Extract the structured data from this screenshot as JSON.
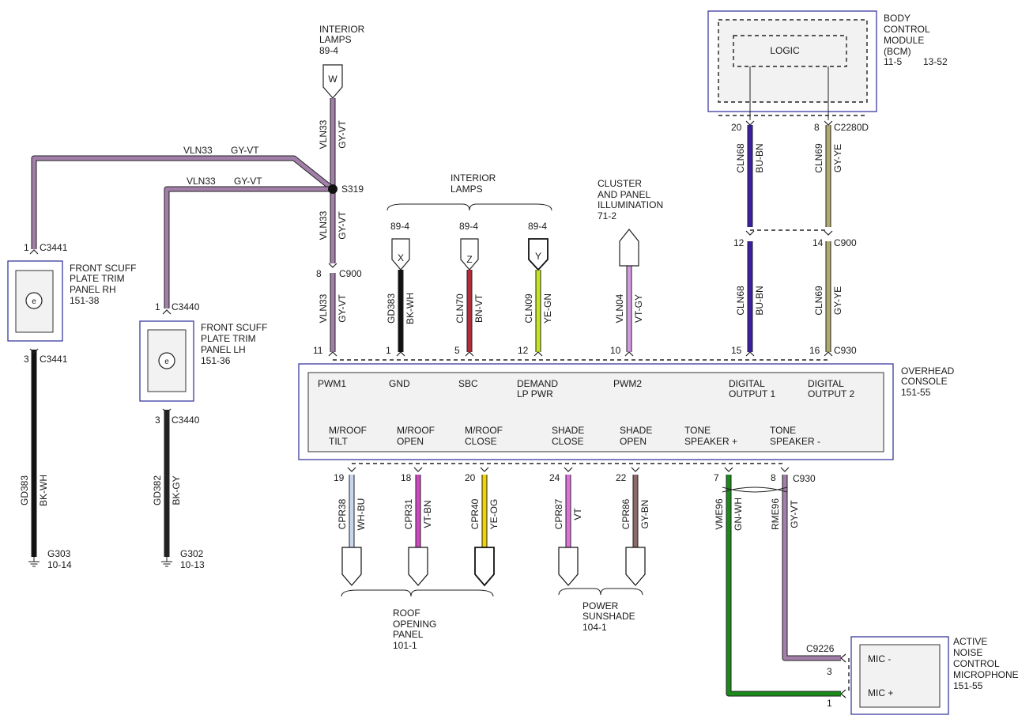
{
  "colors": {
    "GY-VT": "#a27fa8",
    "BK-WH": "#111111",
    "BK-GY": "#222222",
    "BN-VT": "#b32c3c",
    "YE-GN": "#c4e61e",
    "VT-GY": "#d39be0",
    "BU-BN": "#3a1fa3",
    "GY-YE": "#b0ab6c",
    "YE-GY": "#d9d84a",
    "WH-BU": "#c8d4f0",
    "VT-BN": "#d048c0",
    "YE-OG": "#f2d200",
    "VT": "#dd70dd",
    "GY-BN": "#8a6a66",
    "GN-WH": "#1a8a1a",
    "box_outline": "#3a3aa0"
  },
  "components": {
    "interior_lamps_top": {
      "line1": "INTERIOR",
      "line2": "LAMPS",
      "ref": "89-4",
      "pin_letter": "W"
    },
    "splice": "S319",
    "bcm": {
      "line1": "BODY",
      "line2": "CONTROL",
      "line3": "MODULE",
      "line4": "(BCM)",
      "ref1": "11-5",
      "ref2": "13-52",
      "logic": "LOGIC"
    },
    "scuff_rh": {
      "line1": "FRONT SCUFF",
      "line2": "PLATE TRIM",
      "line3": "PANEL RH",
      "ref": "151-38",
      "conn": "C3441",
      "pin_top": "1",
      "pin_bottom": "3"
    },
    "scuff_lh": {
      "line1": "FRONT SCUFF",
      "line2": "PLATE TRIM",
      "line3": "PANEL LH",
      "ref": "151-36",
      "conn": "C3440",
      "pin_top": "1",
      "pin_bottom": "3"
    },
    "interior_lamps_mid": {
      "line1": "INTERIOR",
      "line2": "LAMPS",
      "ref": "89-4",
      "letters": [
        "X",
        "Z",
        "Y"
      ]
    },
    "cluster": {
      "line1": "CLUSTER",
      "line2": "AND PANEL",
      "line3": "ILLUMINATION",
      "ref": "71-2"
    },
    "overhead": {
      "line1": "OVERHEAD",
      "line2": "CONSOLE",
      "ref": "151-55"
    },
    "roof": {
      "line1": "ROOF",
      "line2": "OPENING",
      "line3": "PANEL",
      "ref": "101-1"
    },
    "sunshade": {
      "line1": "POWER",
      "line2": "SUNSHADE",
      "ref": "104-1"
    },
    "anc": {
      "line1": "ACTIVE",
      "line2": "NOISE",
      "line3": "CONTROL",
      "line4": "MICROPHONE",
      "ref": "151-55",
      "mic_minus": "MIC -",
      "mic_plus": "MIC +",
      "conn": "C9226",
      "pin_minus": "3",
      "pin_plus": "1"
    },
    "ground_g303": {
      "name": "G303",
      "ref": "10-14"
    },
    "ground_g302": {
      "name": "G302",
      "ref": "10-13"
    }
  },
  "connectors": {
    "c900_top": "C900",
    "c930_top": "C930",
    "c930_bottom": "C930",
    "c2280d": "C2280D",
    "c900_right": "C900"
  },
  "wires": {
    "h1": {
      "circuit": "VLN33",
      "color": "GY-VT"
    },
    "h2": {
      "circuit": "VLN33",
      "color": "GY-VT"
    },
    "w_top": {
      "circuit": "VLN33",
      "color": "GY-VT"
    },
    "w_mid": {
      "circuit": "VLN33",
      "color": "GY-VT"
    },
    "w_low": {
      "circuit": "VLN33",
      "color": "GY-VT"
    },
    "gd383_left": {
      "circuit": "GD383",
      "color": "BK-WH"
    },
    "gd382": {
      "circuit": "GD382",
      "color": "BK-GY"
    },
    "gd383_mid": {
      "circuit": "GD383",
      "color": "BK-WH"
    },
    "cln70": {
      "circuit": "CLN70",
      "color": "BN-VT"
    },
    "cln09": {
      "circuit": "CLN09",
      "color": "YE-GN"
    },
    "vln04": {
      "circuit": "VLN04",
      "color": "VT-GY"
    },
    "cln68_top": {
      "circuit": "CLN68",
      "color": "BU-BN"
    },
    "cln69_top": {
      "circuit": "CLN69",
      "color": "GY-YE"
    },
    "cln68_low": {
      "circuit": "CLN68",
      "color": "BU-BN"
    },
    "cln69_low": {
      "circuit": "CLN69",
      "color": "GY-YE"
    },
    "cpr38": {
      "circuit": "CPR38",
      "color": "WH-BU"
    },
    "cpr31": {
      "circuit": "CPR31",
      "color": "VT-BN"
    },
    "cpr40": {
      "circuit": "CPR40",
      "color": "YE-OG"
    },
    "cpr87": {
      "circuit": "CPR87",
      "color": "VT"
    },
    "cpr86": {
      "circuit": "CPR86",
      "color": "GY-BN"
    },
    "vme96": {
      "circuit": "VME96",
      "color": "GN-WH"
    },
    "rme96": {
      "circuit": "RME96",
      "color": "GY-VT"
    }
  },
  "pins_top": [
    "11",
    "1",
    "5",
    "12",
    "10",
    "15",
    "16"
  ],
  "pins_bottom": [
    "19",
    "18",
    "20",
    "24",
    "22",
    "7",
    "8"
  ],
  "pins_bcm": [
    "20",
    "8"
  ],
  "pins_right_mid": [
    "12",
    "14"
  ],
  "pins_c900_top": "8",
  "console_top_labels": [
    [
      "PWM1",
      ""
    ],
    [
      "GND",
      ""
    ],
    [
      "SBC",
      ""
    ],
    [
      "DEMAND",
      "LP PWR"
    ],
    [
      "PWM2",
      ""
    ],
    [
      "DIGITAL",
      "OUTPUT 1"
    ],
    [
      "DIGITAL",
      "OUTPUT 2"
    ]
  ],
  "console_bottom_labels": [
    [
      "M/ROOF",
      "TILT"
    ],
    [
      "M/ROOF",
      "OPEN"
    ],
    [
      "M/ROOF",
      "CLOSE"
    ],
    [
      "SHADE",
      "CLOSE"
    ],
    [
      "SHADE",
      "OPEN"
    ],
    [
      "TONE",
      "SPEAKER +"
    ],
    [
      "TONE",
      "SPEAKER -"
    ]
  ]
}
